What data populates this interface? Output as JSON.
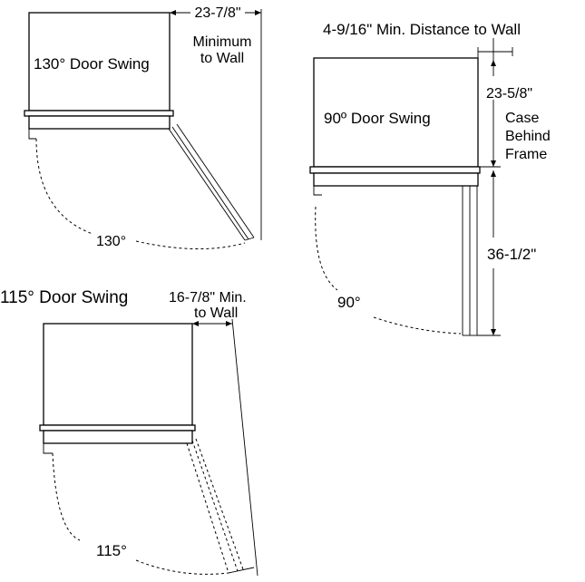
{
  "diagrams": {
    "swing_130": {
      "title": "130° Door Swing",
      "dim_label": "23-7/8\"",
      "dim_note_1": "Minimum",
      "dim_note_2": "to Wall",
      "angle": "130°"
    },
    "swing_90": {
      "top_label": "4-9/16\" Min. Distance to Wall",
      "title": "90º Door Swing",
      "case_dim": "23-5/8\"",
      "case_note_1": "Case",
      "case_note_2": "Behind",
      "case_note_3": "Frame",
      "door_dim": "36-1/2\"",
      "angle": "90°"
    },
    "swing_115": {
      "title": "115° Door Swing",
      "dim_label": "16-7/8\" Min.",
      "dim_note": "to Wall",
      "angle": "115°"
    }
  }
}
